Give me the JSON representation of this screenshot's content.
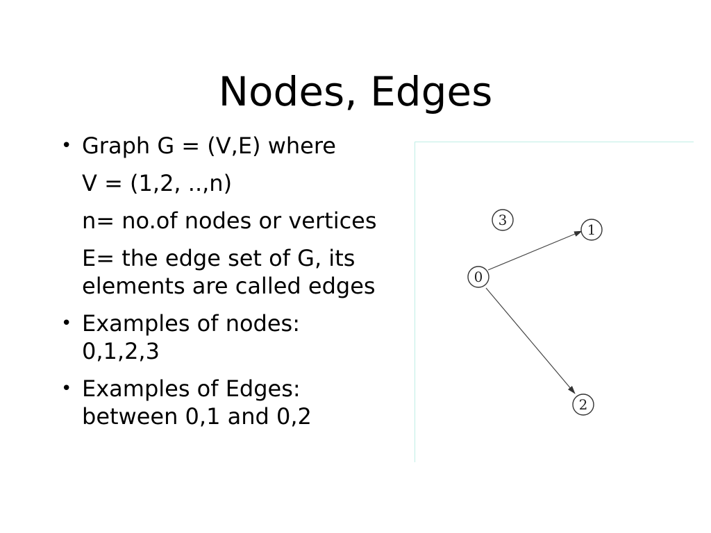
{
  "slide": {
    "title": "Nodes, Edges"
  },
  "bullets": [
    {
      "text": "Graph G = (V,E) where",
      "sub": [
        "V = (1,2, ..,n)",
        "n= no.of nodes or vertices",
        "E= the edge set of G, its",
        "elements are called edges"
      ]
    },
    {
      "lines": [
        "Examples of nodes:",
        "0,1,2,3"
      ]
    },
    {
      "lines": [
        "Examples of Edges:",
        "between 0,1 and 0,2"
      ]
    }
  ],
  "graph": {
    "nodes": [
      {
        "id": "0",
        "label": "0"
      },
      {
        "id": "1",
        "label": "1"
      },
      {
        "id": "2",
        "label": "2"
      },
      {
        "id": "3",
        "label": "3"
      }
    ],
    "edges": [
      {
        "from": "0",
        "to": "1",
        "directed": true
      },
      {
        "from": "0",
        "to": "2",
        "directed": true
      }
    ],
    "panel_border_color": "#bfeee6"
  }
}
